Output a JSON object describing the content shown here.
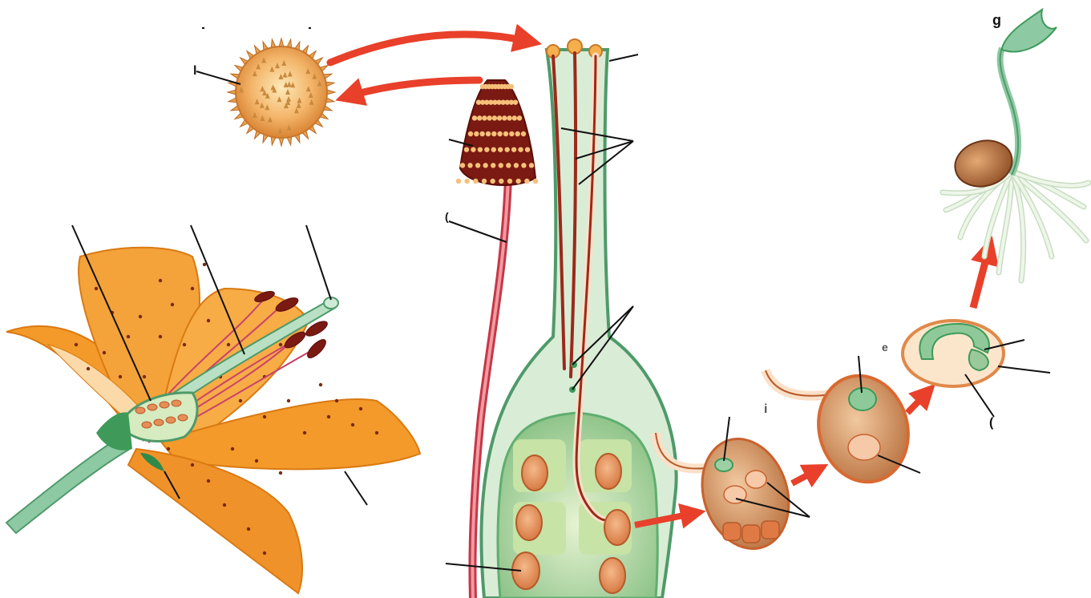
{
  "title": "",
  "label_fragments": {
    "top_right": "g",
    "left_pollen": "l",
    "style_left": "(",
    "ovule_stage2": "i",
    "ovule_stage3": "e",
    "seed_bottom": "("
  },
  "colors": {
    "petal": "#f39a2a",
    "petal_dark": "#d97a12",
    "petal_spot": "#7a2a14",
    "stem_green": "#8dc9a3",
    "stem_dark": "#4f9a6a",
    "ovary_fill": "#d6ebc0",
    "ovary_inner": "#a9cf8a",
    "ovule": "#e58e55",
    "ovule_edge": "#b65a2a",
    "anther": "#7a1a12",
    "pollen_grain": "#f0a060",
    "pollen_tube": "#9a2a1a",
    "filament": "#d24a5a",
    "arrow": "#e8402a",
    "root": "#e6f1df",
    "cotyledon": "#9cc99c",
    "seed_coat": "#a4562e",
    "label_line": "#111111"
  },
  "icons": [
    "pollen-grain-icon",
    "anther-icon",
    "flower-icon",
    "seedling-icon"
  ]
}
